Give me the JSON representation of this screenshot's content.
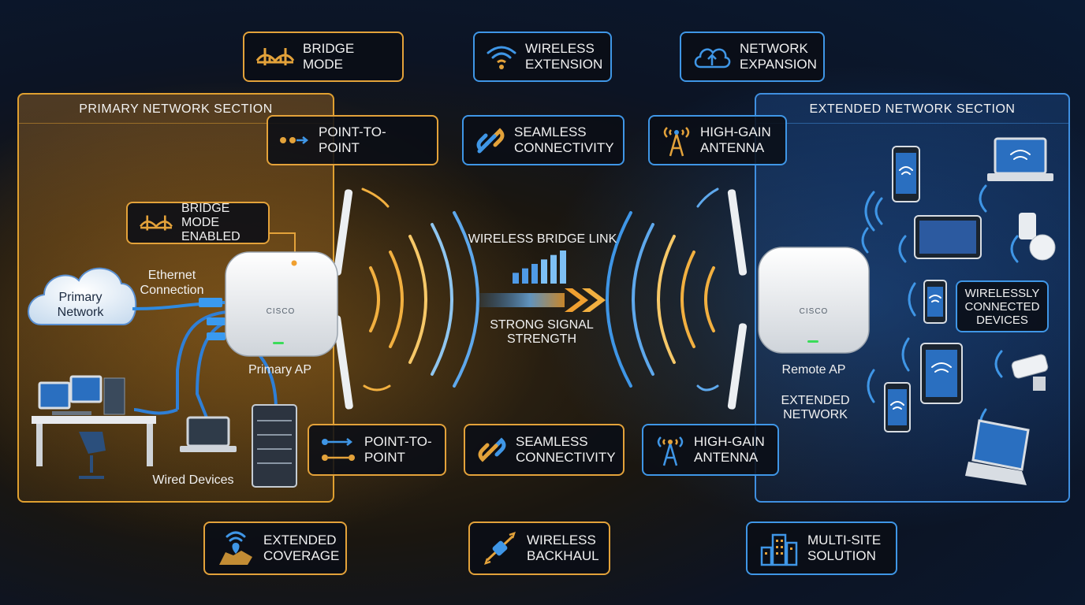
{
  "top_badges": {
    "bridge_mode": "BRIDGE MODE",
    "wireless_extension": "WIRELESS\nEXTENSION",
    "network_expansion": "NETWORK\nEXPANSION"
  },
  "primary_section": {
    "title": "PRIMARY NETWORK SECTION",
    "bridge_mode_enabled": "BRIDGE MODE\nENABLED",
    "primary_network": "Primary\nNetwork",
    "ethernet_connection": "Ethernet\nConnection",
    "ap_brand": "CISCO",
    "primary_ap": "Primary AP",
    "wired_devices": "Wired Devices"
  },
  "extended_section": {
    "title": "EXTENDED NETWORK SECTION",
    "ap_brand": "CISCO",
    "remote_ap": "Remote AP",
    "extended_network": "EXTENDED\nNETWORK",
    "wirelessly_connected": "WIRELESSLY\nCONNECTED\nDEVICES"
  },
  "middle_badges": {
    "point_to_point_top": "POINT-TO-POINT",
    "seamless_top": "SEAMLESS\nCONNECTIVITY",
    "high_gain_top": "HIGH-GAIN\nANTENNA",
    "point_to_point_bottom": "POINT-TO-\nPOINT",
    "seamless_bottom": "SEAMLESS\nCONNECTIVITY",
    "high_gain_bottom": "HIGH-GAIN\nANTENNA"
  },
  "link": {
    "title": "WIRELESS BRIDGE LINK",
    "signal": "STRONG SIGNAL\nSTRENGTH",
    "signal_bars": [
      1,
      2,
      3,
      4,
      5,
      6
    ]
  },
  "bottom_badges": {
    "extended_coverage": "EXTENDED\nCOVERAGE",
    "wireless_backhaul": "WIRELESS\nBACKHAUL",
    "multi_site": "MULTI-SITE\nSOLUTION"
  },
  "icons": [
    "bridge-icon",
    "wifi-icon",
    "cloud-upload-icon",
    "arrow-icon",
    "link-icon",
    "antenna-icon",
    "map-pin-icon",
    "backhaul-icon",
    "building-icon"
  ],
  "colors": {
    "orange": "#e3a23a",
    "blue": "#3f96e6",
    "dark": "#0a0e16"
  }
}
